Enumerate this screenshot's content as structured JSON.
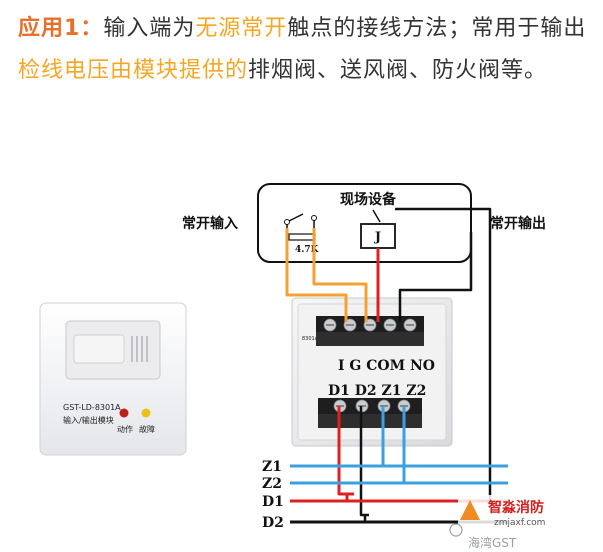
{
  "intro": {
    "label": "应用1：",
    "part1": "输入端为",
    "highlight1": "无源常开",
    "part2": "触点的接线方法；常用于输出",
    "highlight2": "检线电压由模块提供的",
    "part3": "排烟阀、送风阀、防火阀等。"
  },
  "diagram": {
    "field_device": "现场设备",
    "resistor": "4.7K",
    "relay": "J",
    "no_input": "常开输入",
    "no_output": "常开输出",
    "terminals_top": "I G COM NO",
    "terminals_bottom": "D1 D2 Z1 Z2",
    "bus": [
      "Z1",
      "Z2",
      "D1",
      "D2"
    ],
    "module_model": "GST-LD-8301A",
    "module_name": "输入/输出模块",
    "led_action": "动作",
    "led_fault": "故障",
    "board_tag": "8301A"
  },
  "watermark": {
    "brand": "智淼消防",
    "site": "zmjaxf.com",
    "account": "海湾GST"
  },
  "colors": {
    "accent": "#f5a623",
    "orange_wire": "#f5a035",
    "red_wire": "#e02020",
    "blue_wire": "#3aa0e0",
    "black_wire": "#111111"
  }
}
